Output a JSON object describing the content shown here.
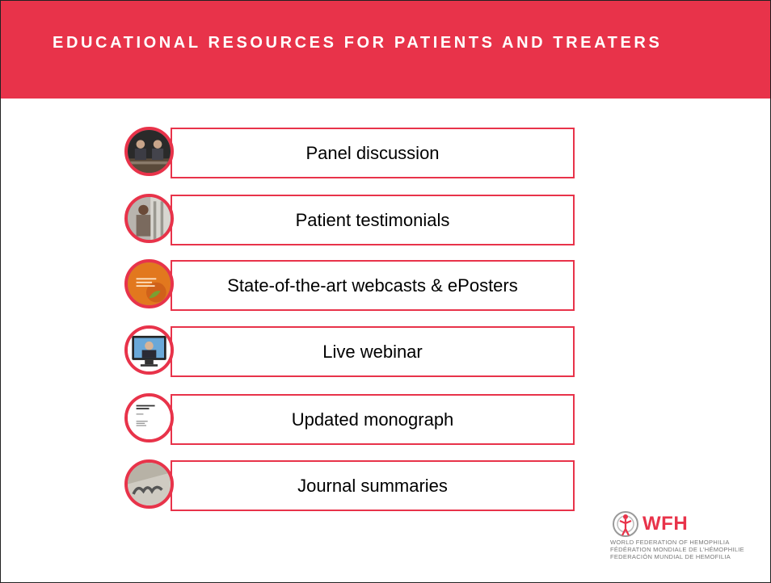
{
  "header": {
    "title": "EDUCATIONAL RESOURCES FOR PATIENTS AND TREATERS",
    "background": "#e8334a"
  },
  "items": [
    {
      "label": "Panel discussion",
      "icon": "panel-photo-icon"
    },
    {
      "label": "Patient testimonials",
      "icon": "testimonial-photo-icon"
    },
    {
      "label": "State-of-the-art webcasts & ePosters",
      "icon": "congress-badge-icon"
    },
    {
      "label": "Live webinar",
      "icon": "webinar-monitor-icon"
    },
    {
      "label": "Updated monograph",
      "icon": "monograph-document-icon"
    },
    {
      "label": "Journal summaries",
      "icon": "journal-cover-icon"
    }
  ],
  "logo": {
    "name": "WFH",
    "line1": "WORLD FEDERATION OF HEMOPHILIA",
    "line2": "FÉDÉRATION MONDIALE DE L'HÉMOPHILIE",
    "line3": "FEDERACIÓN MUNDIAL DE HEMOFILIA",
    "color": "#e8334a"
  },
  "accent_color": "#e8334a"
}
